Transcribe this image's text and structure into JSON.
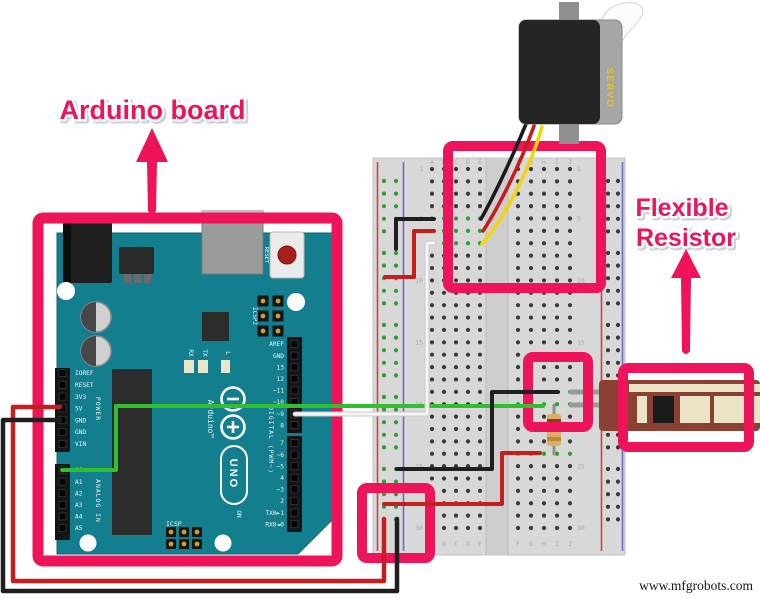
{
  "annotations": {
    "arduino_label": "Arduino board",
    "flex_label": [
      "Flexible",
      "Resistor"
    ],
    "watermark": "www.mfgrobots.com"
  },
  "colors": {
    "highlight": "#ed1459",
    "label_text": "#e8175d",
    "arduino_teal": "#137f8e",
    "breadboard": "#d8d8d8",
    "wire_red": "#c41e1e",
    "wire_black": "#1f1f1f",
    "wire_green": "#2fbf2f",
    "wire_yellow": "#f2d50f",
    "wire_white": "#f5f5f5",
    "hole_green": "#2f9e2f",
    "hole_dark": "#3a3a3a",
    "servo_label_yellow": "#e6c51f"
  },
  "servo": {
    "label": "SERVO"
  },
  "arduino": {
    "reset_label": "RESET",
    "icsp2_label": "ICSP2",
    "icsp_label": "ICSP",
    "rx_label": "RX",
    "tx_label": "TX",
    "l_label": "L",
    "on_label": "ON",
    "brand": "Arduino™",
    "model": "UNO",
    "digital_header_label": "DIGITAL (PWM~)",
    "digital_pins_top": [
      "AREF",
      "GND",
      "13",
      "12",
      "~11",
      "~10",
      "~9",
      "8"
    ],
    "digital_pins_bottom": [
      "7",
      "~6",
      "~5",
      "4",
      "~3",
      "2",
      "TX0►1",
      "RX0◄0"
    ],
    "power_header_label": "POWER",
    "power_pins": [
      "IOREF",
      "RESET",
      "3V3",
      "5V",
      "GND",
      "GND",
      "VIN"
    ],
    "analog_header_label": "ANALOG IN",
    "analog_pins": [
      "A0",
      "A1",
      "A2",
      "A3",
      "A4",
      "A5"
    ]
  },
  "breadboard": {
    "left_columns": [
      "A",
      "B",
      "C",
      "D",
      "E"
    ],
    "right_columns": [
      "F",
      "G",
      "H",
      "I",
      "J"
    ],
    "row_numbers": [
      "1",
      "5",
      "10",
      "15",
      "20",
      "25",
      "30"
    ],
    "connected_left_rows": [
      5,
      6,
      7
    ],
    "connected_right_rows": [
      19,
      20,
      24
    ]
  }
}
